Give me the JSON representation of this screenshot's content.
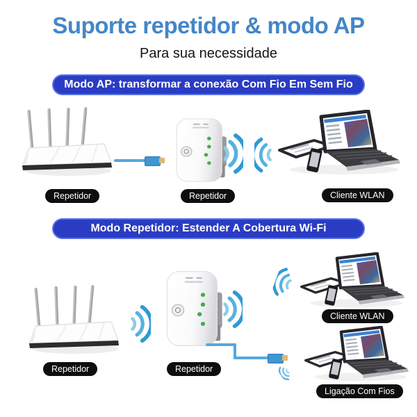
{
  "header": {
    "title": "Suporte repetidor & modo AP",
    "subtitle": "Para sua necessidade"
  },
  "sections": [
    {
      "id": "modo-ap",
      "banner": "Modo AP: transformar a conexão Com Fio Em Sem Fio",
      "router_label": "Repetidor",
      "repeater_label": "Repetidor",
      "clients_label": "Cliente WLAN",
      "uplink": "wired-ethernet",
      "downlink": "wireless"
    },
    {
      "id": "modo-repetidor",
      "banner": "Modo Repetidor: Estender A Cobertura Wi-Fi",
      "router_label": "Repetidor",
      "repeater_label": "Repetidor",
      "clients_label": "Cliente WLAN",
      "wired_client_label": "Ligação Com Fios",
      "uplink": "wireless",
      "downlink": "wireless-and-wired"
    }
  ],
  "icons": {
    "wifi": "wifi-waves-icon",
    "router": "wireless-router-icon",
    "repeater": "wall-plug-repeater-icon",
    "clients": "laptop-tablet-phone-icon",
    "cable": "ethernet-cable-rj45-icon"
  },
  "colors": {
    "title_blue": "#4486c8",
    "banner_blue": "#2b3cc4",
    "banner_border": "#5a74e0",
    "banner_text": "#ffffff",
    "wifi_blue_outer": "#2f9ad4",
    "wifi_blue_inner": "#8ecbe8",
    "led_green": "#3fae4a",
    "cable_blue": "#55a8dc",
    "label_pill_bg": "#0e0e10",
    "label_pill_text": "#ffffff"
  }
}
